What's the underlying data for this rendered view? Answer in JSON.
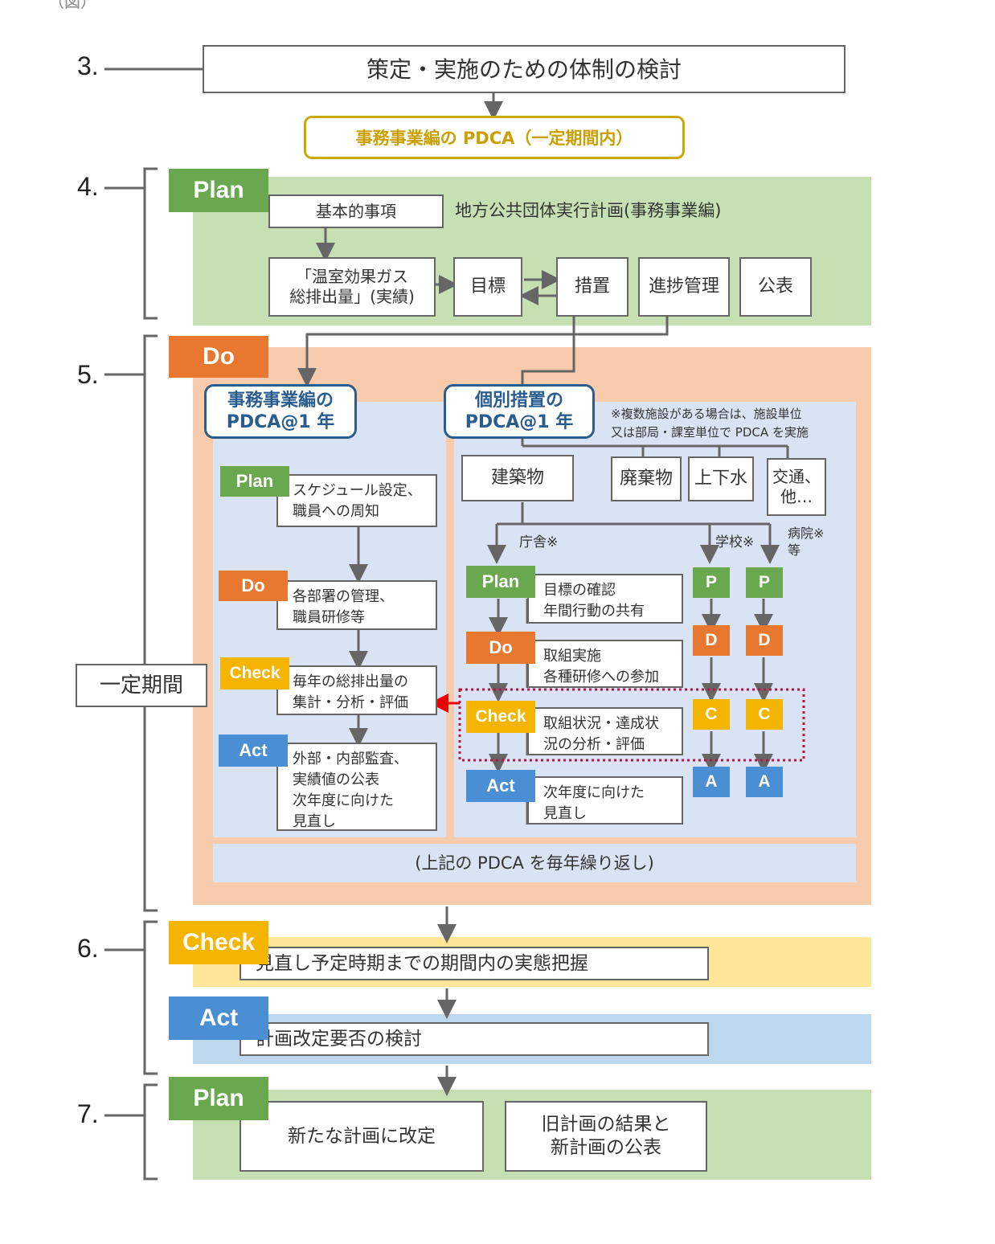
{
  "corner_label": "（図）",
  "step3": {
    "number": "3.",
    "title": "策定・実施のための体制の検討"
  },
  "pdca_banner": "事務事業編の PDCA（一定期間内）",
  "step4": {
    "number": "4.",
    "tag": "Plan",
    "caption": "地方公共団体実行計画(事務事業編)",
    "basic": "基本的事項",
    "ghg": "「温室効果ガス\n総排出量」(実績)",
    "target": "目標",
    "measures": "措置",
    "progress": "進捗管理",
    "publish": "公表"
  },
  "step5": {
    "number": "5.",
    "tag": "Do",
    "period_label": "一定期間",
    "office_header": "事務事業編の\nPDCA@1 年",
    "office_cycle": [
      {
        "tag": "Plan",
        "text": "スケジュール設定、\n職員への周知"
      },
      {
        "tag": "Do",
        "text": "各部署の管理、\n職員研修等"
      },
      {
        "tag": "Check",
        "text": "毎年の総排出量の\n集計・分析・評価"
      },
      {
        "tag": "Act",
        "text": "外部・内部監査、\n実績値の公表\n次年度に向けた\n見直し"
      }
    ],
    "individual_header": "個別措置の\nPDCA@1 年",
    "note": "※複数施設がある場合は、施設単位\n又は部局・課室単位で PDCA を実施",
    "categories": [
      "建築物",
      "廃棄物",
      "上下水",
      "交通、\n他…"
    ],
    "facilities": [
      "庁舎※",
      "学校※",
      "病院※\n等"
    ],
    "individual_cycle": [
      {
        "tag": "Plan",
        "text": "目標の確認\n年間行動の共有"
      },
      {
        "tag": "Do",
        "text": "取組実施\n各種研修への参加"
      },
      {
        "tag": "Check",
        "text": "取組状況・達成状\n況の分析・評価"
      },
      {
        "tag": "Act",
        "text": "次年度に向けた\n見直し"
      }
    ],
    "mini_cycle": [
      "P",
      "D",
      "C",
      "A"
    ],
    "repeat_note": "(上記の PDCA を毎年繰り返し)"
  },
  "step6": {
    "number": "6.",
    "check_tag": "Check",
    "check_text": "見直し予定時期までの期間内の実態把握",
    "act_tag": "Act",
    "act_text": "計画改定要否の検討"
  },
  "step7": {
    "number": "7.",
    "tag": "Plan",
    "revise": "新たな計画に改定",
    "publish": "旧計画の結果と\n新計画の公表"
  },
  "colors": {
    "plan": "#6aa84f",
    "do": "#e8782f",
    "check": "#f4b400",
    "act": "#4a8fd4",
    "plan_bg": "#c6e0b4",
    "do_bg": "#f8cbad",
    "inner_bg": "#dae3f3",
    "check_bg": "#ffe699",
    "act_bg": "#bdd7ee"
  }
}
